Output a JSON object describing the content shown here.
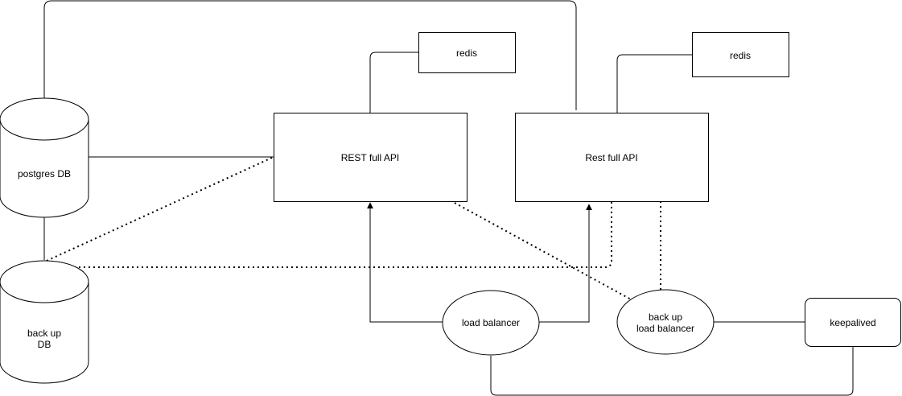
{
  "diagram": {
    "stroke_color": "#000000",
    "fill_color": "#ffffff",
    "nodes": {
      "postgres_db": "postgres DB",
      "backup_db_line1": "back up",
      "backup_db_line2": "DB",
      "rest_api_1": "REST full API",
      "rest_api_2": "Rest full API",
      "redis_1": "redis",
      "redis_2": "redis",
      "load_balancer": "load balancer",
      "backup_lb_line1": "back up",
      "backup_lb_line2": "load balancer",
      "keepalived": "keepalived"
    }
  }
}
